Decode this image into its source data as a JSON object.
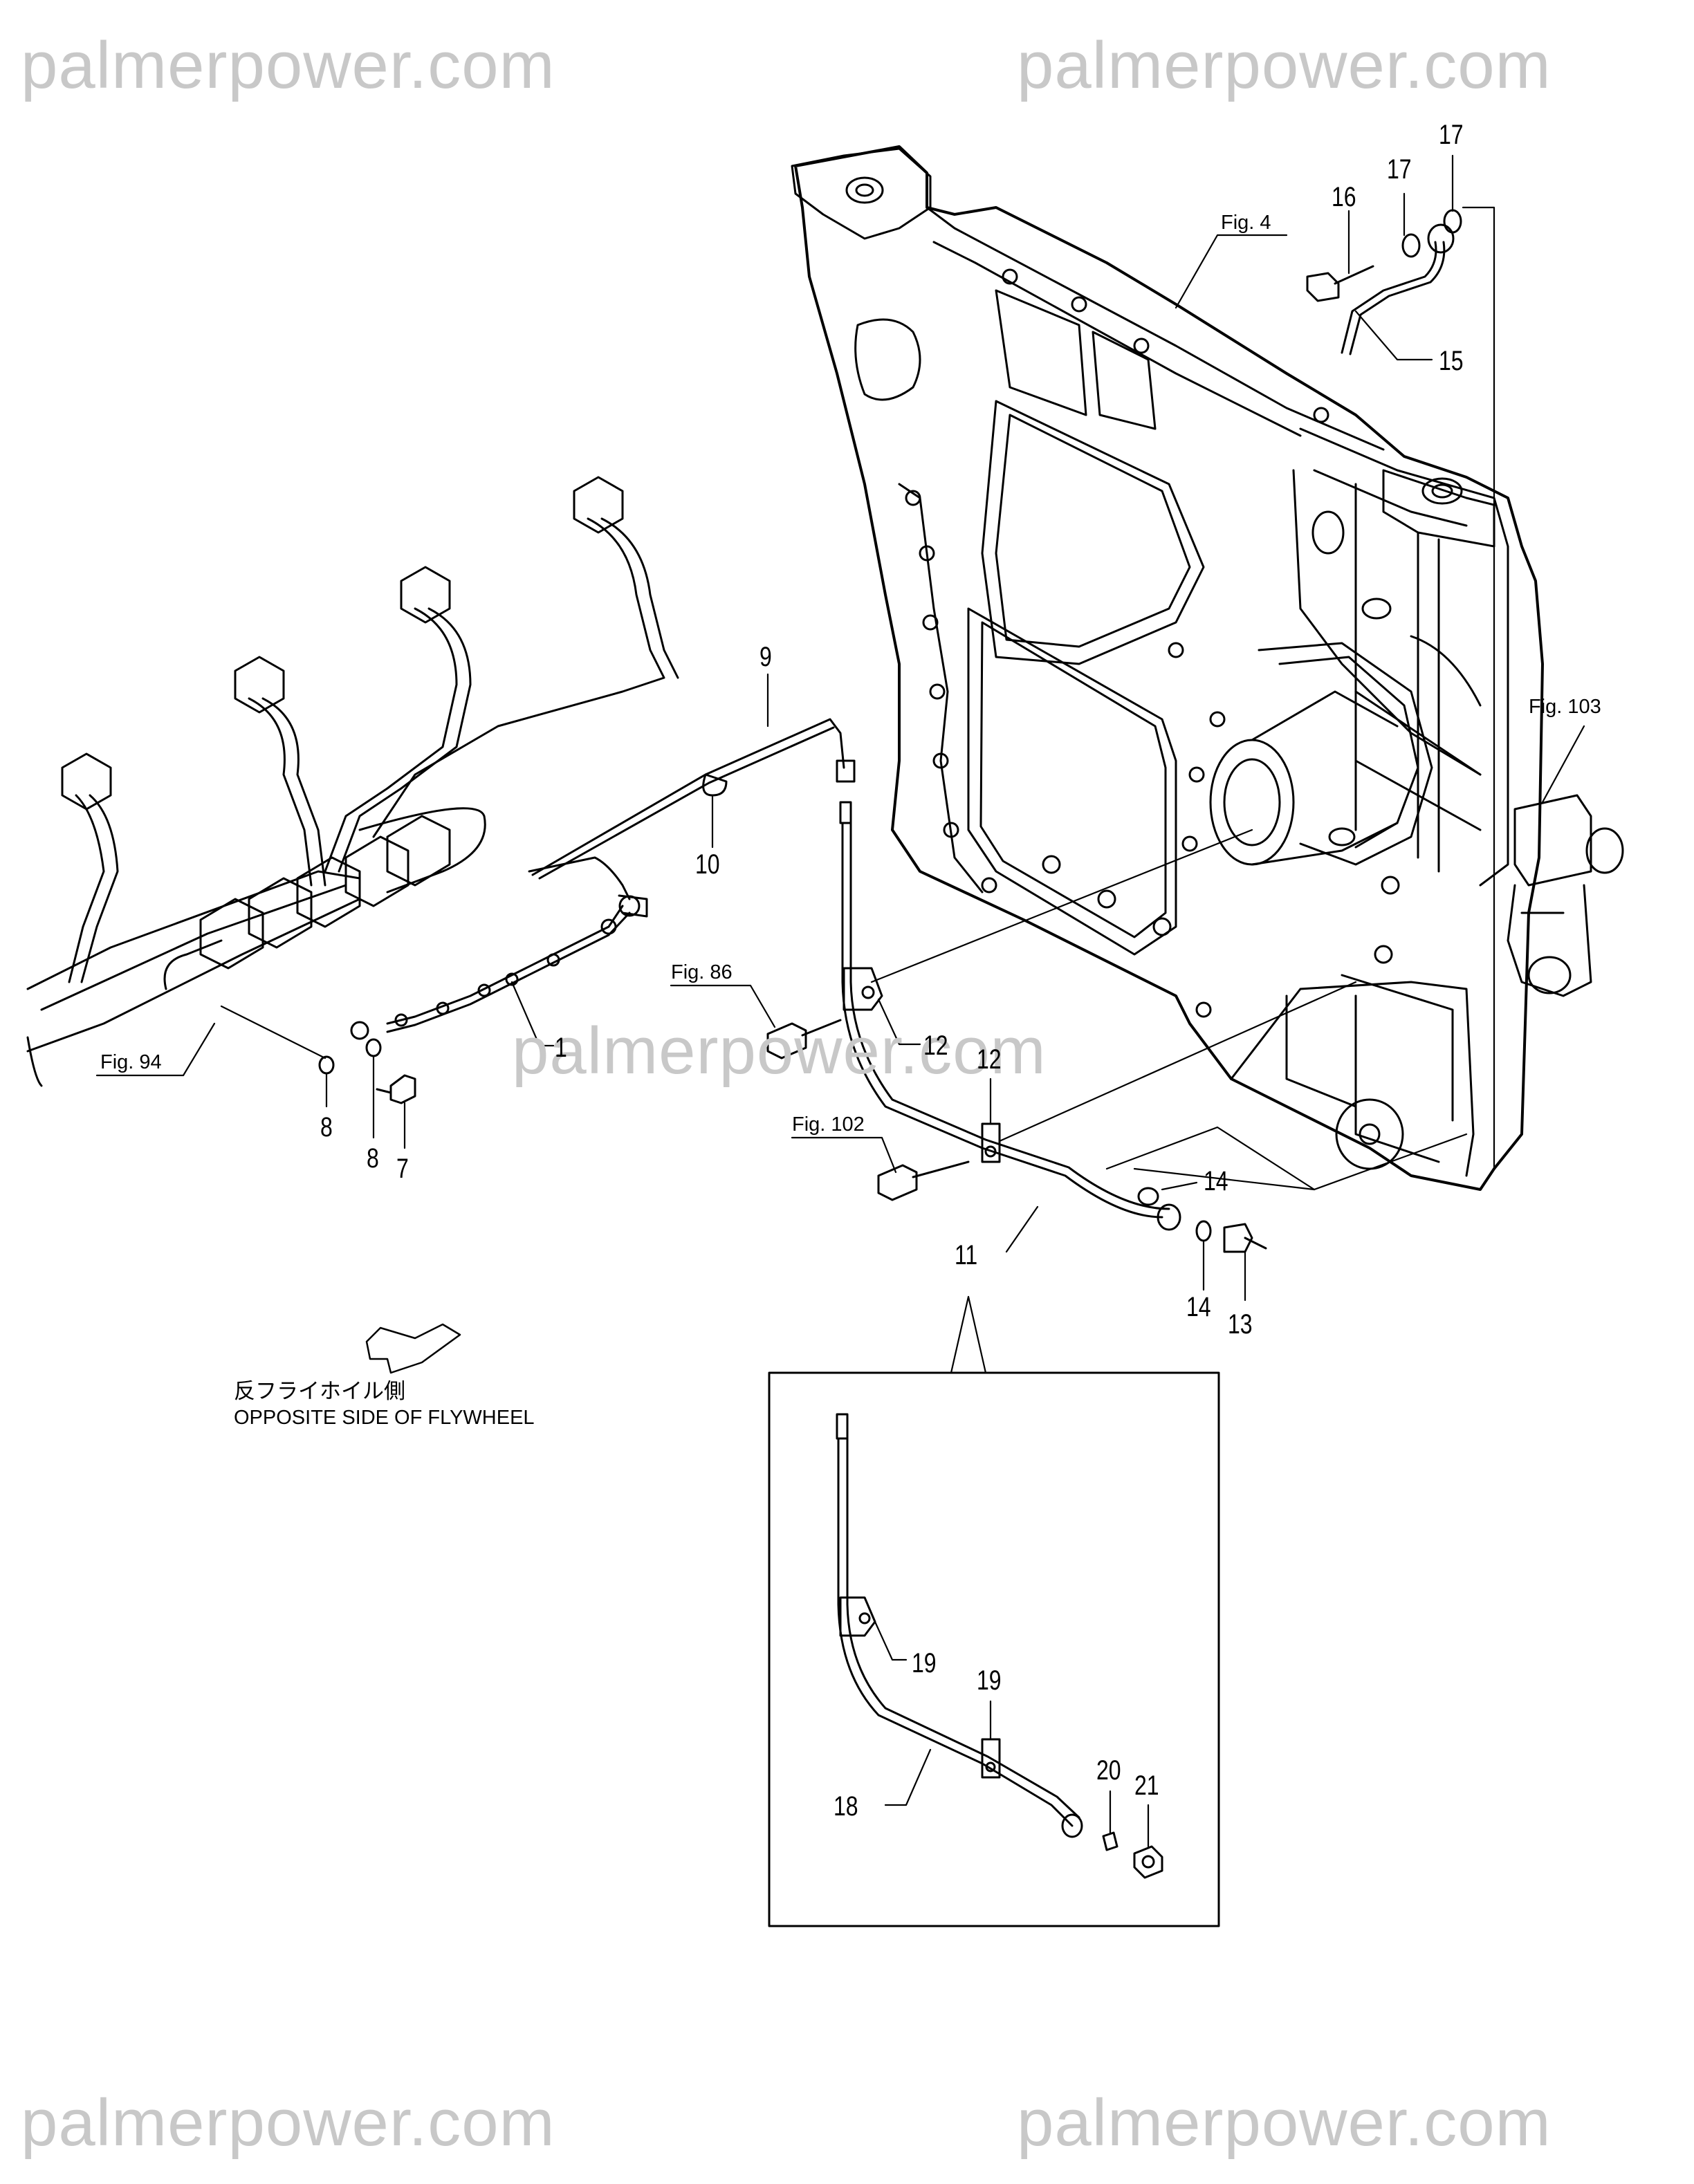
{
  "watermarks": [
    "palmerpower.com",
    "palmerpower.com",
    "palmerpower.com",
    "palmerpower.com",
    "palmerpower.com"
  ],
  "figure_refs": {
    "fig4": "Fig. 4",
    "fig103": "Fig. 103",
    "fig94": "Fig. 94",
    "fig86": "Fig. 86",
    "fig102": "Fig. 102"
  },
  "callouts": {
    "c1": "1",
    "c7": "7",
    "c8a": "8",
    "c8b": "8",
    "c9": "9",
    "c10": "10",
    "c11": "11",
    "c12a": "12",
    "c12b": "12",
    "c13": "13",
    "c14a": "14",
    "c14b": "14",
    "c15": "15",
    "c16": "16",
    "c17a": "17",
    "c17b": "17",
    "c18": "18",
    "c19a": "19",
    "c19b": "19",
    "c20": "20",
    "c21": "21"
  },
  "direction_note": {
    "japanese": "反フライホイル側",
    "english": "OPPOSITE SIDE OF FLYWHEEL"
  },
  "colors": {
    "line": "#000000",
    "watermark": "#c8c8c8",
    "background": "#ffffff"
  }
}
